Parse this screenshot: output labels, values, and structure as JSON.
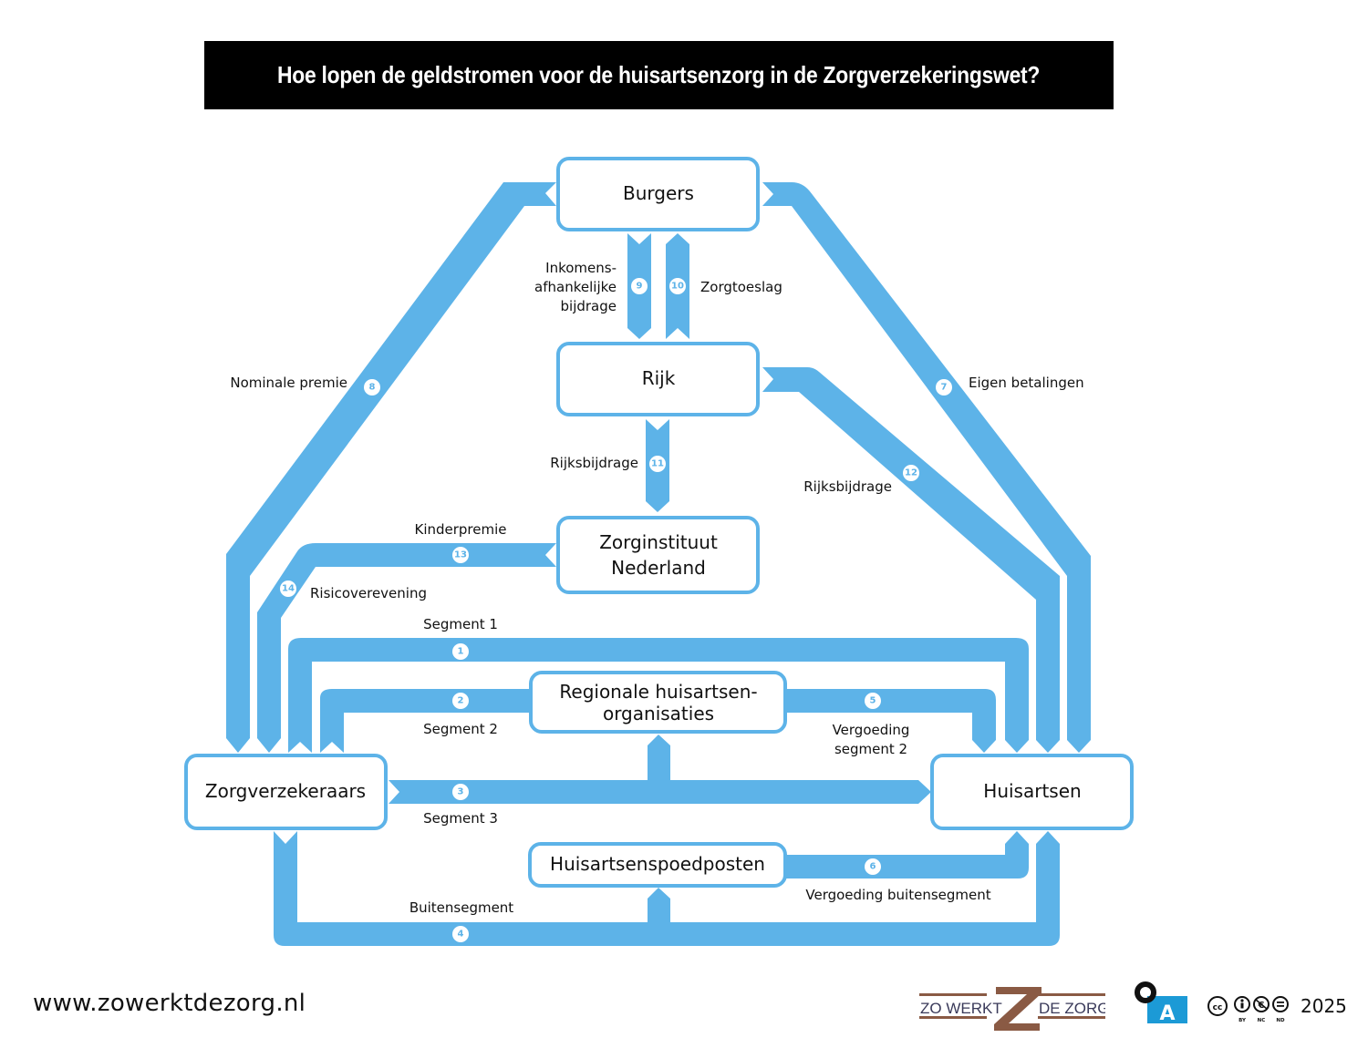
{
  "title": "Hoe lopen de geldstromen voor de huisartsenzorg in de Zorgverzekeringswet?",
  "colors": {
    "flow": "#5db3e8",
    "title_bg": "#000000",
    "logo_brown": "#8a5a44",
    "oa_blue": "#1c9ad6"
  },
  "nodes": {
    "burgers": "Burgers",
    "rijk": "Rijk",
    "zorginstituut_l1": "Zorginstituut",
    "zorginstituut_l2": "Nederland",
    "regionale_l1": "Regionale huisartsen-",
    "regionale_l2": "organisaties",
    "zorgverzekeraars": "Zorgverzekeraars",
    "huisartsen": "Huisartsen",
    "spoedposten": "Huisartsenspoedposten"
  },
  "flows": [
    {
      "number": "1",
      "label": "Segment 1",
      "from": "Zorgverzekeraars",
      "to": "Huisartsen"
    },
    {
      "number": "2",
      "label": "Segment 2",
      "from": "Zorgverzekeraars",
      "to": "Regionale huisartsenorganisaties"
    },
    {
      "number": "3",
      "label": "Segment 3",
      "from": "Zorgverzekeraars",
      "to": "Huisartsen / Regionale huisartsenorganisaties"
    },
    {
      "number": "4",
      "label": "Buitensegment",
      "from": "Zorgverzekeraars",
      "to": "Huisartsenspoedposten / Huisartsen"
    },
    {
      "number": "5",
      "label": "Vergoeding segment 2",
      "label_l1": "Vergoeding",
      "label_l2": "segment 2",
      "from": "Regionale huisartsenorganisaties",
      "to": "Huisartsen"
    },
    {
      "number": "6",
      "label": "Vergoeding buitensegment",
      "from": "Huisartsenspoedposten",
      "to": "Huisartsen"
    },
    {
      "number": "7",
      "label": "Eigen betalingen",
      "from": "Burgers",
      "to": "Huisartsen"
    },
    {
      "number": "8",
      "label": "Nominale premie",
      "from": "Burgers",
      "to": "Zorgverzekeraars"
    },
    {
      "number": "9",
      "label": "Inkomensafhankelijke bijdrage",
      "label_l1": "Inkomens-",
      "label_l2": "afhankelijke",
      "label_l3": "bijdrage",
      "from": "Burgers",
      "to": "Rijk"
    },
    {
      "number": "10",
      "label": "Zorgtoeslag",
      "from": "Rijk",
      "to": "Burgers"
    },
    {
      "number": "11",
      "label": "Rijksbijdrage",
      "from": "Rijk",
      "to": "Zorginstituut Nederland"
    },
    {
      "number": "12",
      "label": "Rijksbijdrage",
      "from": "Rijk",
      "to": "Huisartsen"
    },
    {
      "number": "13",
      "label": "Kinderpremie",
      "from": "Zorginstituut Nederland",
      "to": "Zorgverzekeraars"
    },
    {
      "number": "14",
      "label": "Risicoverevening",
      "from": "Zorginstituut Nederland",
      "to": "Zorgverzekeraars"
    }
  ],
  "footer": {
    "url": "www.zowerktdezorg.nl",
    "logo_left": "ZO WERKT",
    "logo_right": "DE ZORG",
    "oa_letter": "A",
    "cc_labels": [
      "BY",
      "NC",
      "ND"
    ],
    "year": "2025"
  }
}
